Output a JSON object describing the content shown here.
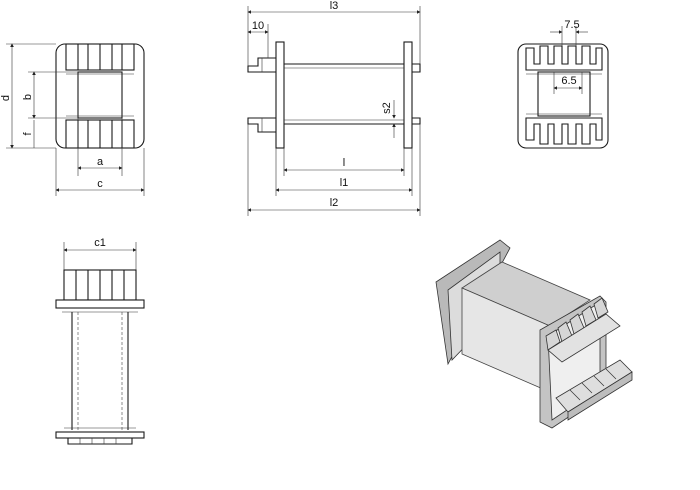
{
  "labels": {
    "d": "d",
    "b": "b",
    "f": "f",
    "a": "a",
    "c": "c",
    "l3": "l3",
    "dim10": "10",
    "s2": "s2",
    "l": "l",
    "l1": "l1",
    "l2": "l2",
    "pitch": "7.5",
    "width": "6.5",
    "c1": "c1"
  }
}
